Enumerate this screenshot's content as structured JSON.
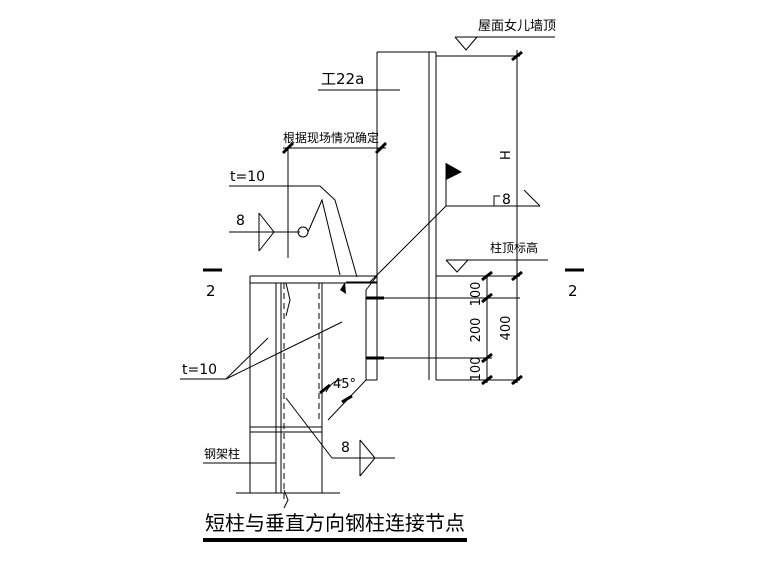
{
  "labels": {
    "parapet_top": "屋面女儿墙顶",
    "beam_section": "工22a",
    "site_determined": "根据现场情况确定",
    "plate_thickness_top": "t=10",
    "weld_size_left": "8",
    "height_symbol": "H",
    "weld_size_right": "8",
    "column_top_elevation": "柱顶标高",
    "section_mark_left": "2",
    "section_mark_right": "2",
    "dim_100_top": "100",
    "dim_200": "200",
    "dim_100_bottom": "100",
    "dim_400": "400",
    "plate_thickness_left": "t=10",
    "angle": "45°",
    "weld_size_bottom": "8",
    "steel_frame_column": "钢架柱",
    "title": "短柱与垂直方向钢柱连接节点"
  }
}
